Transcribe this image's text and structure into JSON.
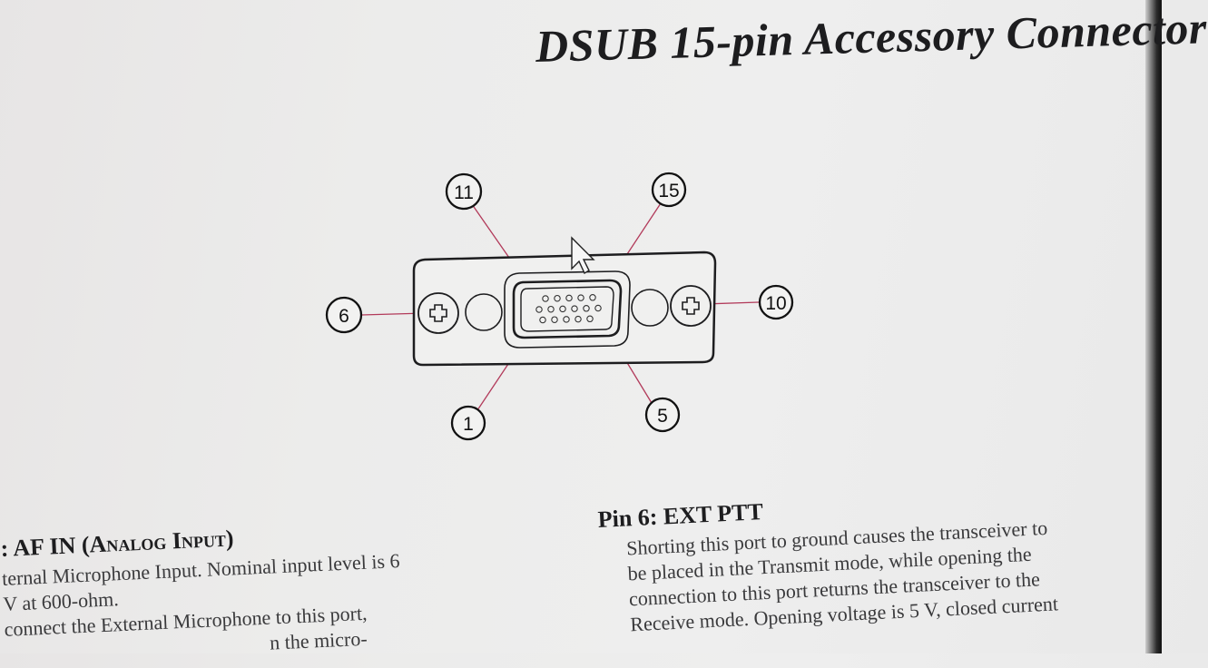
{
  "title": "DSUB 15-pin Accessory Connector",
  "diagram": {
    "pin_labels": {
      "pin_11": "11",
      "pin_15": "15",
      "pin_6": "6",
      "pin_10": "10",
      "pin_1": "1",
      "pin_5": "5"
    },
    "leader_color": "#b23a5a"
  },
  "left_section": {
    "heading_prefix": ": AF IN (",
    "heading_smallcaps": "Analog Input",
    "heading_suffix": ")",
    "lines": [
      "ternal Microphone Input. Nominal input level is 6",
      "V at 600-ohm.",
      "  connect the External Microphone to this port,",
      "                                                     n the micro-"
    ]
  },
  "right_section": {
    "heading": "Pin 6: EXT PTT",
    "lines": [
      "Shorting this port to ground causes the transceiver to",
      "be placed in the Transmit mode, while opening the",
      "connection to this port returns the transceiver to the",
      "Receive mode. Opening voltage is 5 V, closed current"
    ]
  }
}
